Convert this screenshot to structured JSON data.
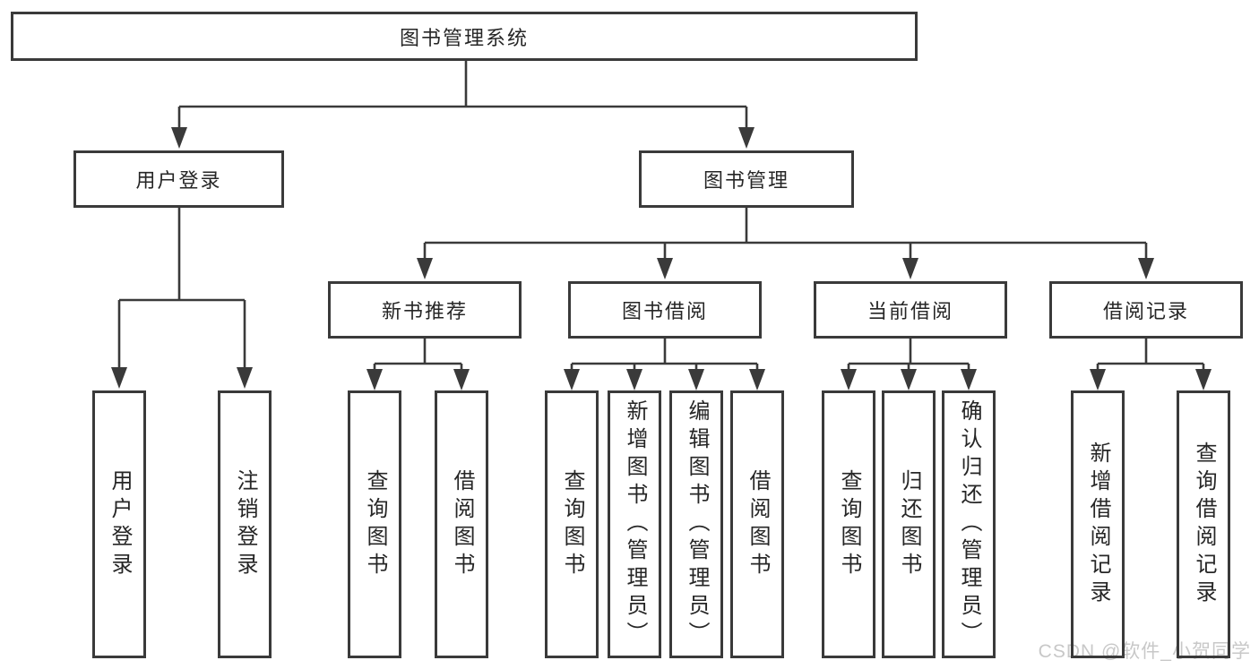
{
  "diagram": {
    "root": {
      "label": "图书管理系统"
    },
    "tree": [
      {
        "label": "用户登录",
        "children": [
          {
            "label": "用户登录"
          },
          {
            "label": "注销登录"
          }
        ]
      },
      {
        "label": "图书管理",
        "children": [
          {
            "label": "新书推荐",
            "children": [
              {
                "label": "查询图书"
              },
              {
                "label": "借阅图书"
              }
            ]
          },
          {
            "label": "图书借阅",
            "children": [
              {
                "label": "查询图书"
              },
              {
                "label": "新增图书（管理员）"
              },
              {
                "label": "编辑图书（管理员）"
              },
              {
                "label": "借阅图书"
              }
            ]
          },
          {
            "label": "当前借阅",
            "children": [
              {
                "label": "查询图书"
              },
              {
                "label": "归还图书"
              },
              {
                "label": "确认归还（管理员）"
              }
            ]
          },
          {
            "label": "借阅记录",
            "children": [
              {
                "label": "新增借阅记录"
              },
              {
                "label": "查询借阅记录"
              }
            ]
          }
        ]
      }
    ],
    "watermark": "CSDN @软件_小贺同学",
    "colors": {
      "line": "#3a3a3a",
      "text": "#262626",
      "watermark": "#c8c8c8",
      "background": "#ffffff"
    }
  }
}
